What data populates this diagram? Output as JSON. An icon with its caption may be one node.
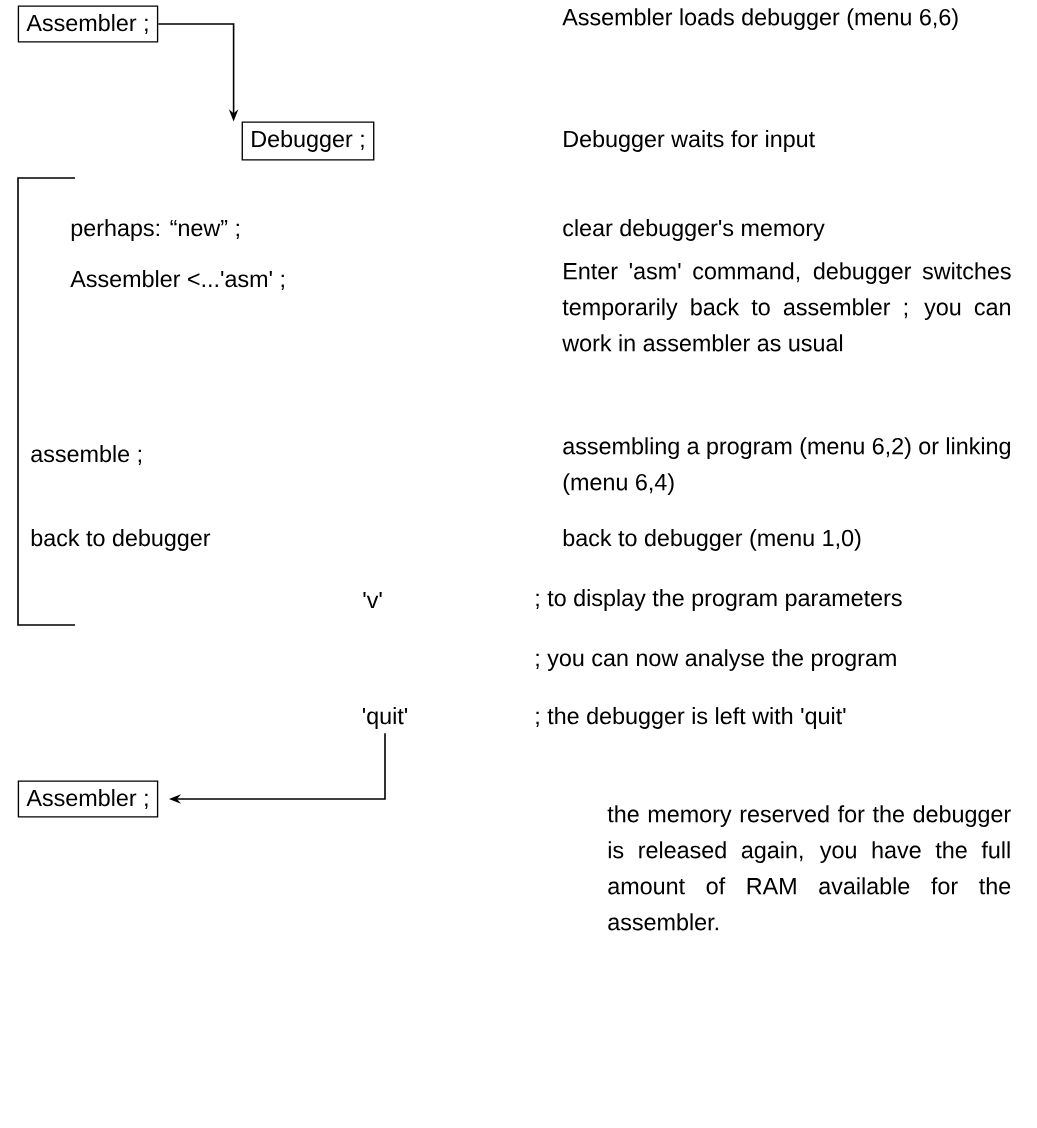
{
  "diagram": {
    "nodes": [
      {
        "text": [
          "Assembler ;"
        ]
      },
      {
        "text": [
          "Debugger ;"
        ]
      },
      {
        "text": [
          "'quit'"
        ]
      },
      {
        "text": [
          "Assembler ;"
        ]
      }
    ],
    "edges": [
      {
        "from": 0,
        "to": 1,
        "arrow": "to"
      },
      {
        "from": 2,
        "to": 3,
        "arrow": "to"
      }
    ],
    "labels": [
      "Assembler loads debugger (menu 6,6)",
      "Debugger waits for input",
      "perhaps: “new” ;",
      "clear debugger's memory",
      "Assembler <...'asm' ;",
      "Enter 'asm' command, debugger switches temporarily back to assembler ; you can work in assembler as usual",
      "assemble ;",
      "assembling a program (menu 6,2) or linking (menu 6,4)",
      "back to debugger",
      "back to debugger (menu 1,0)",
      "'v'",
      "; to display the program parameters",
      "; you can now analyse the program",
      "; the debugger is left with 'quit'",
      "the memory reserved for the debugger is released again, you have the full amount of RAM available for the assembler."
    ]
  }
}
